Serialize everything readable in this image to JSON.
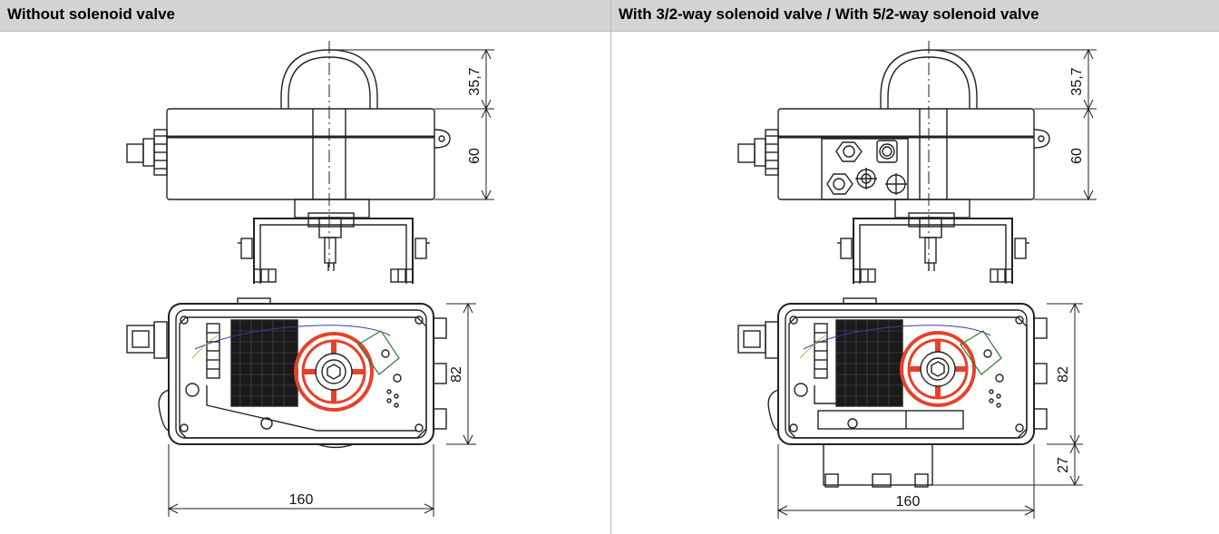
{
  "columns": [
    {
      "title": "Without solenoid valve",
      "dims": {
        "dome_height": "35,7",
        "housing_height": "60",
        "top_width": "82",
        "length": "160"
      }
    },
    {
      "title": "With 3/2-way solenoid valve / With 5/2-way solenoid valve",
      "dims": {
        "dome_height": "35,7",
        "housing_height": "60",
        "top_width": "82",
        "valve_extension": "27",
        "length": "160"
      }
    }
  ],
  "colors": {
    "header_bg": "#d4d4d4",
    "line": "#222222",
    "accent_red": "#e8402a",
    "wire_blue": "#3a3aa8",
    "wire_green": "#2f7a2f"
  }
}
